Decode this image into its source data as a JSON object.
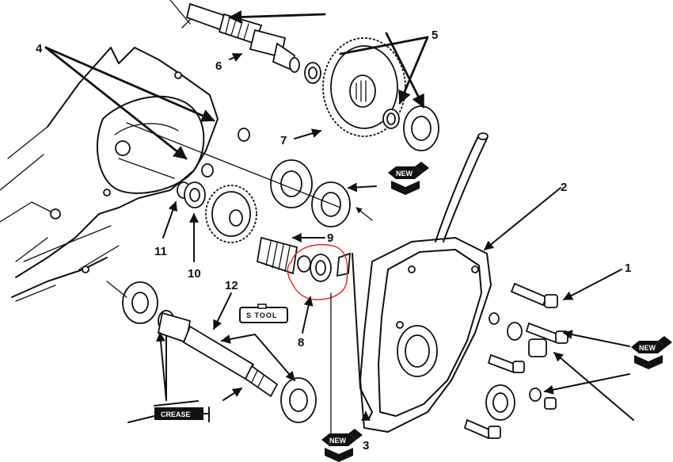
{
  "diagram": {
    "callouts": [
      {
        "id": "1",
        "label": "1"
      },
      {
        "id": "2",
        "label": "2"
      },
      {
        "id": "3",
        "label": "3"
      },
      {
        "id": "4",
        "label": "4"
      },
      {
        "id": "5",
        "label": "5"
      },
      {
        "id": "6",
        "label": "6"
      },
      {
        "id": "7",
        "label": "7"
      },
      {
        "id": "8",
        "label": "8"
      },
      {
        "id": "9",
        "label": "9"
      },
      {
        "id": "10",
        "label": "10"
      },
      {
        "id": "11",
        "label": "11"
      },
      {
        "id": "12",
        "label": "12"
      }
    ],
    "badges": {
      "new": "NEW",
      "special_tool": "S TOOL",
      "grease": "CREASE"
    },
    "highlight_color": "#e02020",
    "ink_color": "#111111"
  }
}
